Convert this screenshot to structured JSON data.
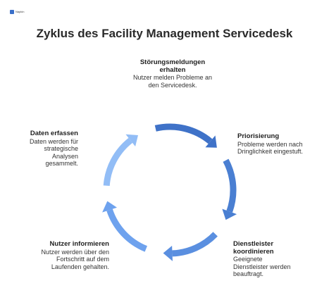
{
  "logo_text": "Napkin",
  "title": "Zyklus des Facility Management Servicedesk",
  "steps": [
    {
      "heading": "Störungsmeldungen erhalten",
      "body": "Nutzer melden Probleme an den Servicedesk.",
      "color": "#3f72c8"
    },
    {
      "heading": "Priorisierung",
      "body": "Probleme werden nach Dringlichkeit eingestuft.",
      "color": "#4a7fd2"
    },
    {
      "heading": "Dienstleister koordinieren",
      "body": "Geeignete Dienstleister werden beauftragt.",
      "color": "#5a8fe0"
    },
    {
      "heading": "Nutzer informieren",
      "body": "Nutzer werden über den Fortschritt auf dem Laufenden gehalten.",
      "color": "#6ea2ee"
    },
    {
      "heading": "Daten erfassen",
      "body": "Daten werden für strategische Analysen gesammelt.",
      "color": "#92bdf6"
    }
  ]
}
